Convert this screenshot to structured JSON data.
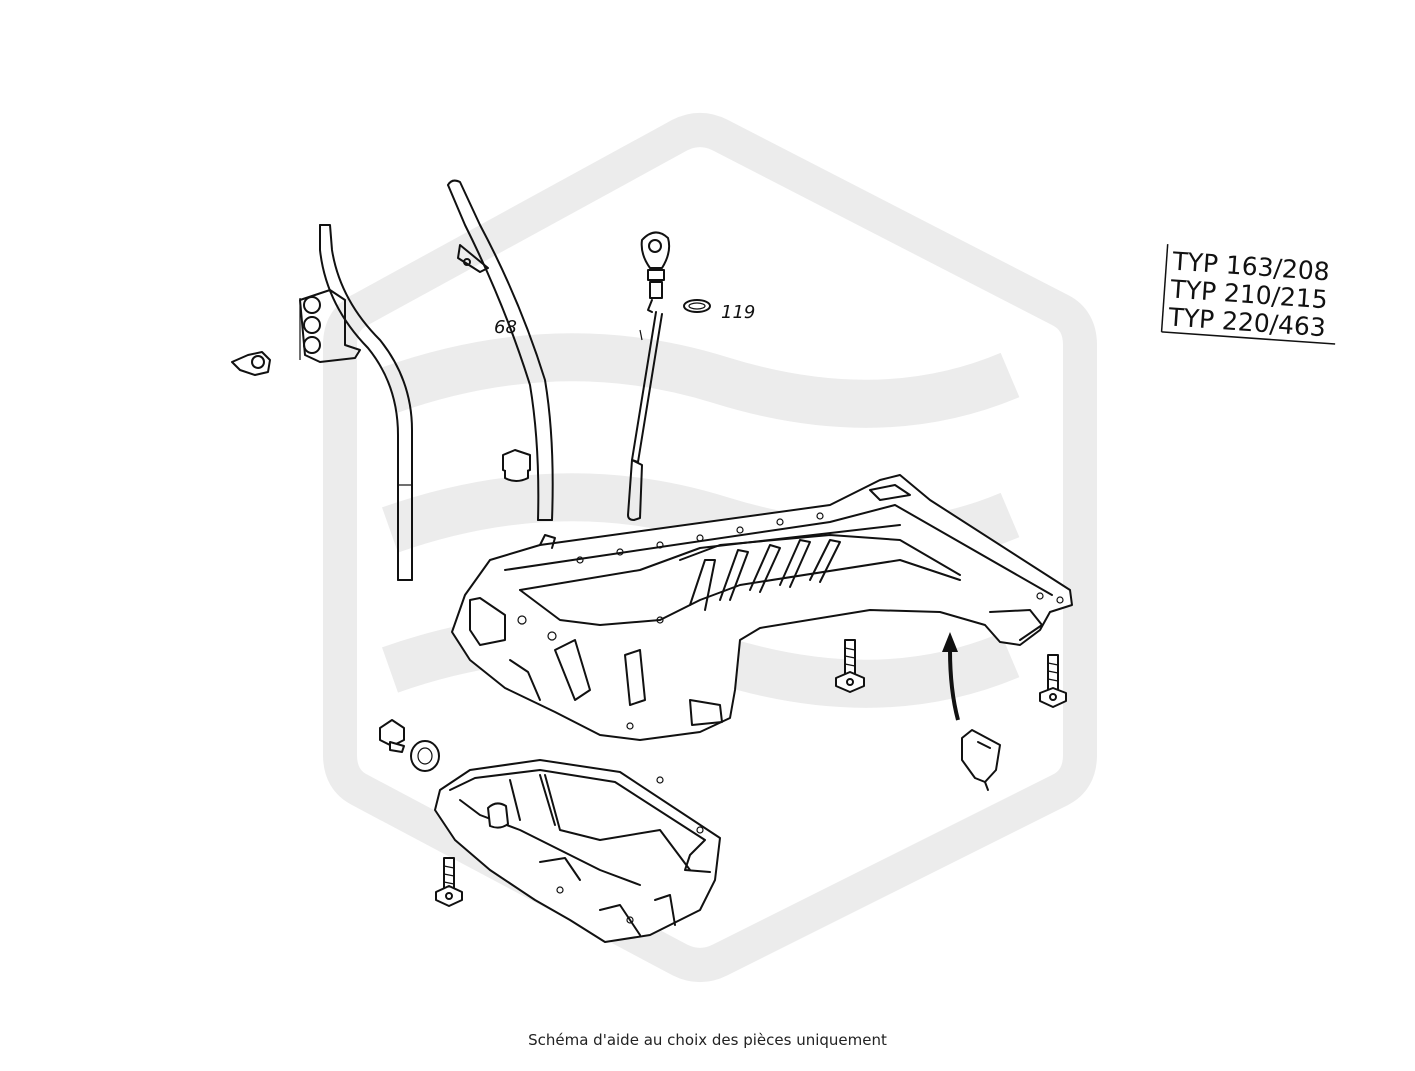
{
  "watermark": {
    "color": "#ececec"
  },
  "part_labels": {
    "dipstick_tube": "68",
    "seal_ring": "119"
  },
  "model_box": {
    "lines": [
      "TYP 163/208",
      "TYP 210/215",
      "TYP 220/463"
    ]
  },
  "caption": "Schéma d'aide au choix des pièces uniquement"
}
